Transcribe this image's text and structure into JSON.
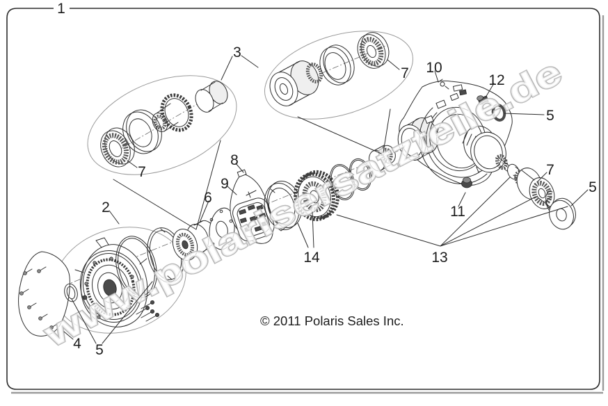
{
  "page": {
    "type": "exploded-parts-diagram",
    "background": "#ffffff",
    "colors": {
      "line": "#2e2e2e",
      "assembly_boundary": "#9a9a9a",
      "watermark": "#b5b5b5",
      "text": "#1b1b1b"
    }
  },
  "callouts": {
    "c1": "1",
    "c2": "2",
    "c3": "3",
    "c4": "4",
    "c5": "5",
    "c6": "6",
    "c7": "7",
    "c8": "8",
    "c9": "9",
    "c10": "10",
    "c11": "11",
    "c12": "12",
    "c13": "13",
    "c14": "14"
  },
  "watermark": {
    "text": "www.polarisersatzteile.de"
  },
  "footer": {
    "copyright": "© 2011 Polaris Sales Inc."
  }
}
